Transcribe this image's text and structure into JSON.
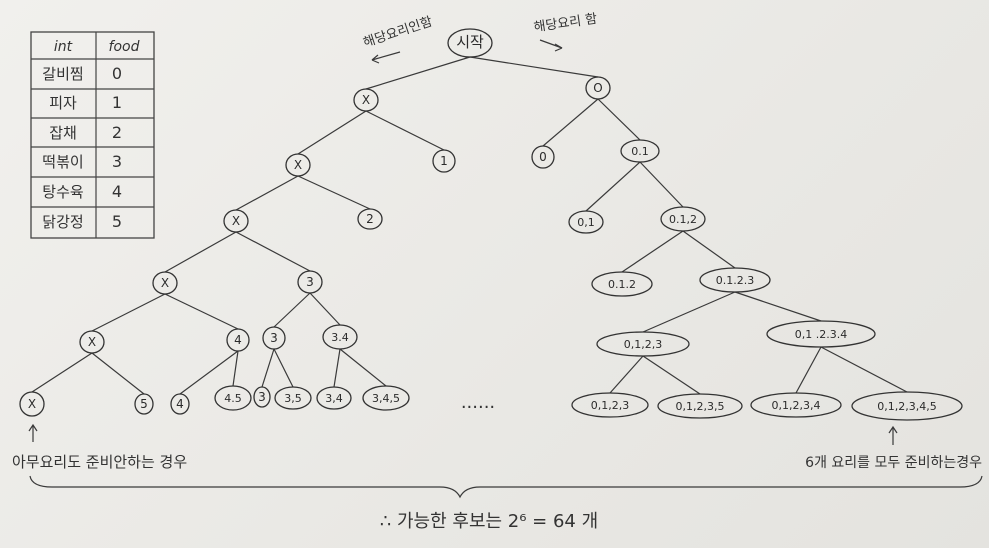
{
  "table": {
    "header_left": "int",
    "header_right": "food",
    "rows": [
      {
        "food": "갈비찜",
        "int": "0"
      },
      {
        "food": "피자",
        "int": "1"
      },
      {
        "food": "잡채",
        "int": "2"
      },
      {
        "food": "떡볶이",
        "int": "3"
      },
      {
        "food": "탕수육",
        "int": "4"
      },
      {
        "food": "닭강정",
        "int": "5"
      }
    ]
  },
  "annotations": {
    "exclude": "해당요리인함",
    "include": "해당요리 함",
    "none_case": "아무요리도 준비안하는 경우",
    "all_case": "6개 요리를 모두 준비하는경우",
    "ellipsis": "......",
    "conclusion": "∴ 가능한 후보는 2⁶ = 64 개"
  },
  "tree": {
    "root": "시작",
    "nodes": [
      {
        "id": "n1",
        "label": "X"
      },
      {
        "id": "n2",
        "label": "O"
      },
      {
        "id": "n3",
        "label": "X"
      },
      {
        "id": "n4",
        "label": "1"
      },
      {
        "id": "n5",
        "label": "0"
      },
      {
        "id": "n6",
        "label": "0.1"
      },
      {
        "id": "n7",
        "label": "X"
      },
      {
        "id": "n8",
        "label": "2"
      },
      {
        "id": "n9",
        "label": "0,1"
      },
      {
        "id": "n10",
        "label": "0.1,2"
      },
      {
        "id": "n11",
        "label": "X"
      },
      {
        "id": "n12",
        "label": "3"
      },
      {
        "id": "n13",
        "label": "0.1.2"
      },
      {
        "id": "n14",
        "label": "0.1.2.3"
      },
      {
        "id": "n15",
        "label": "X"
      },
      {
        "id": "n16",
        "label": "4"
      },
      {
        "id": "n17",
        "label": "3"
      },
      {
        "id": "n18",
        "label": "3.4"
      },
      {
        "id": "n19",
        "label": "0,1,2,3"
      },
      {
        "id": "n20",
        "label": "0,1 .2.3.4"
      },
      {
        "id": "l1",
        "label": "X"
      },
      {
        "id": "l2",
        "label": "5"
      },
      {
        "id": "l3",
        "label": "4"
      },
      {
        "id": "l4",
        "label": "4.5"
      },
      {
        "id": "l5",
        "label": "3"
      },
      {
        "id": "l6",
        "label": "3,5"
      },
      {
        "id": "l7",
        "label": "3,4"
      },
      {
        "id": "l8",
        "label": "3,4,5"
      },
      {
        "id": "l9",
        "label": "0,1,2,3"
      },
      {
        "id": "l10",
        "label": "0,1,2,3,5"
      },
      {
        "id": "l11",
        "label": "0,1,2,3,4"
      },
      {
        "id": "l12",
        "label": "0,1,2,3,4,5"
      }
    ],
    "edges": [
      [
        "root",
        "n1"
      ],
      [
        "root",
        "n2"
      ],
      [
        "n1",
        "n3"
      ],
      [
        "n1",
        "n4"
      ],
      [
        "n2",
        "n5"
      ],
      [
        "n2",
        "n6"
      ],
      [
        "n3",
        "n7"
      ],
      [
        "n3",
        "n8"
      ],
      [
        "n6",
        "n9"
      ],
      [
        "n6",
        "n10"
      ],
      [
        "n7",
        "n11"
      ],
      [
        "n7",
        "n12"
      ],
      [
        "n10",
        "n13"
      ],
      [
        "n10",
        "n14"
      ],
      [
        "n11",
        "n15"
      ],
      [
        "n11",
        "n16"
      ],
      [
        "n12",
        "n17"
      ],
      [
        "n12",
        "n18"
      ],
      [
        "n14",
        "n19"
      ],
      [
        "n14",
        "n20"
      ],
      [
        "n15",
        "l1"
      ],
      [
        "n15",
        "l2"
      ],
      [
        "n16",
        "l3"
      ],
      [
        "n16",
        "l4"
      ],
      [
        "n17",
        "l5"
      ],
      [
        "n17",
        "l6"
      ],
      [
        "n18",
        "l7"
      ],
      [
        "n18",
        "l8"
      ],
      [
        "n19",
        "l9"
      ],
      [
        "n19",
        "l10"
      ],
      [
        "n20",
        "l11"
      ],
      [
        "n20",
        "l12"
      ]
    ]
  }
}
